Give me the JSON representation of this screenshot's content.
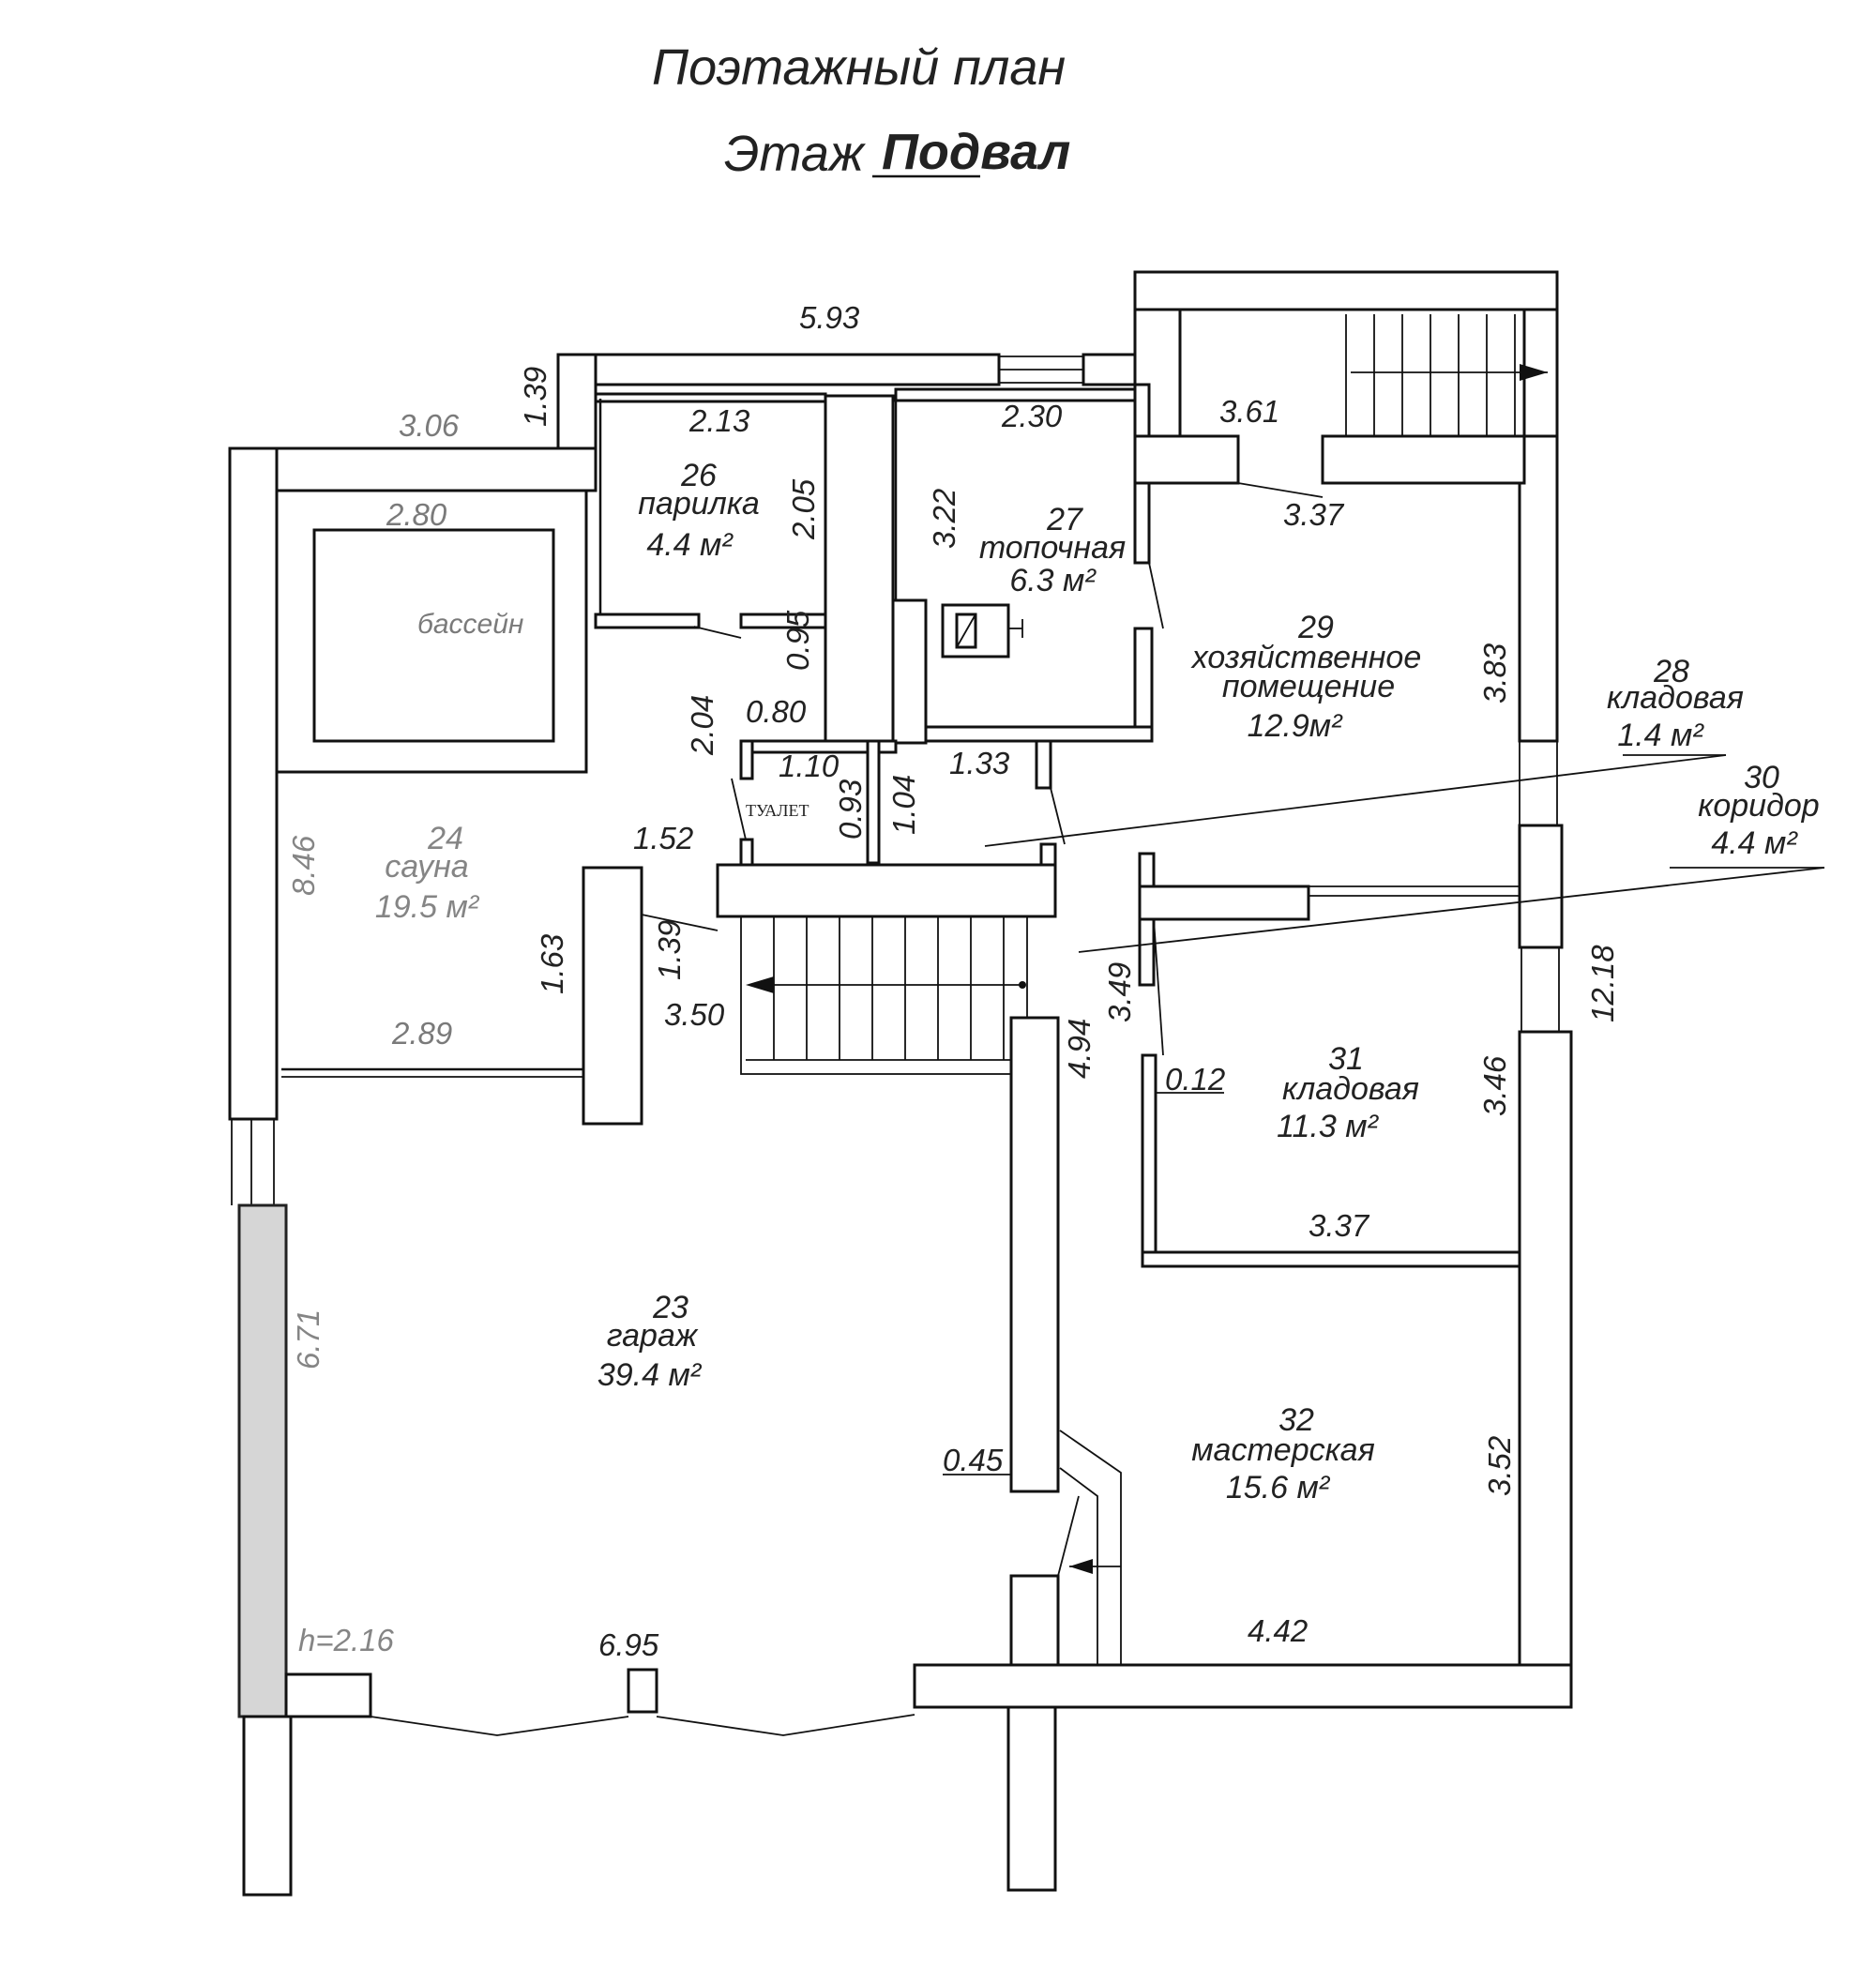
{
  "title": "Поэтажный план",
  "floor_label": "Этаж",
  "floor_value": "Подвал",
  "rooms": [
    {
      "num": "26",
      "name": "парилка",
      "area": "4.4 м²"
    },
    {
      "num": "27",
      "name": "топочная",
      "area": "6.3 м²"
    },
    {
      "num": "29",
      "name1": "хозяйственное",
      "name2": "помещение",
      "area": "12.9м²"
    },
    {
      "num": "28",
      "name": "кладовая",
      "area": "1.4 м²"
    },
    {
      "num": "30",
      "name": "коридор",
      "area": "4.4 м²"
    },
    {
      "num": "24",
      "name": "сауна",
      "area": "19.5 м²"
    },
    {
      "num": "31",
      "name": "кладовая",
      "area": "11.3 м²"
    },
    {
      "num": "23",
      "name": "гараж",
      "area": "39.4 м²"
    },
    {
      "num": "32",
      "name": "мастерская",
      "area": "15.6 м²"
    }
  ],
  "labels": {
    "pool": "бассейн",
    "toilet": "ТУАЛЕТ",
    "height": "h=2.16"
  },
  "dims": {
    "d593": "5.93",
    "d139a": "1.39",
    "d306": "3.06",
    "d213": "2.13",
    "d230": "2.30",
    "d361": "3.61",
    "d280": "2.80",
    "d205": "2.05",
    "d322": "3.22",
    "d337a": "3.37",
    "d383": "3.83",
    "d095": "0.95",
    "d080": "0.80",
    "d204": "2.04",
    "d110": "1.10",
    "d133": "1.33",
    "d093": "0.93",
    "d104": "1.04",
    "d152": "1.52",
    "d846": "8.46",
    "d163": "1.63",
    "d139b": "1.39",
    "d350": "3.50",
    "d289": "2.89",
    "d349": "3.49",
    "d494": "4.94",
    "d012": "0.12",
    "d346": "3.46",
    "d1218": "12.18",
    "d337b": "3.37",
    "d671": "6.71",
    "d045": "0.45",
    "d352": "3.52",
    "d442": "4.42",
    "d695": "6.95"
  }
}
